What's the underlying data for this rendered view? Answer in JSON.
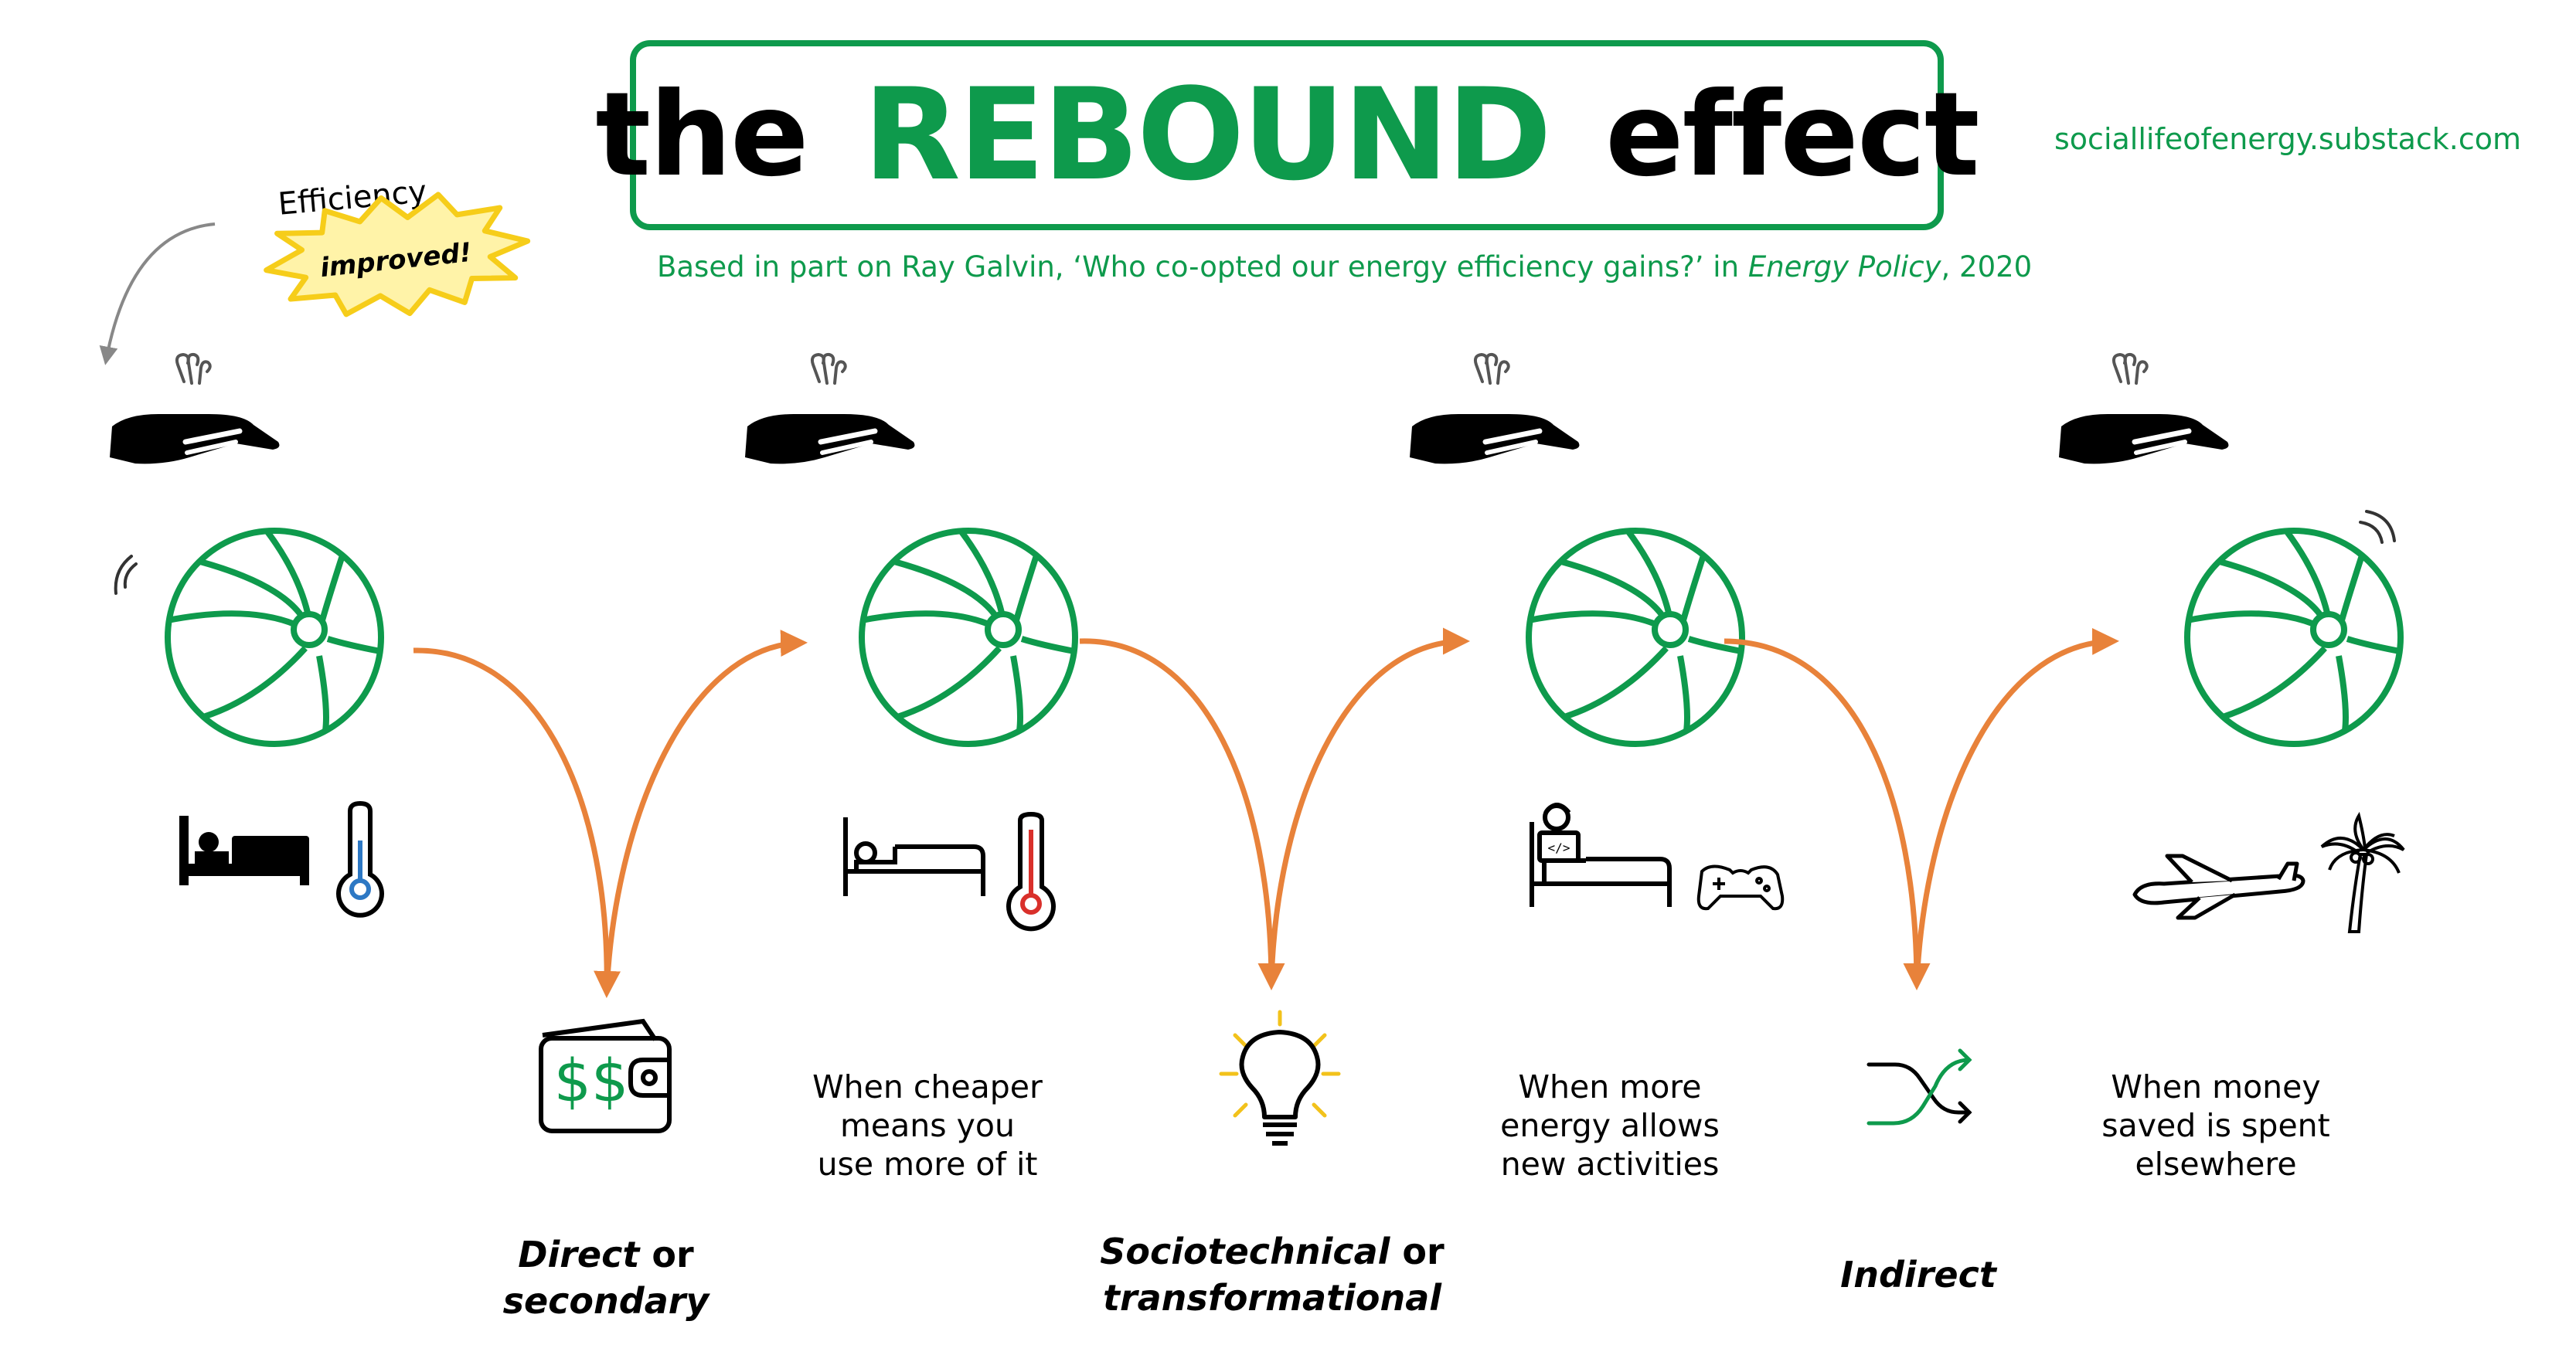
{
  "title": {
    "part1": "the",
    "part2": "REBOUND",
    "part3": "effect"
  },
  "website": "sociallifeofenergy.substack.com",
  "subtitle": {
    "prefix": "Based in part on Ray Galvin, ‘Who co-opted our energy efficiency gains?’ in ",
    "journal": "Energy Policy",
    "suffix": ", 2020"
  },
  "efficiency_label": "Efficiency",
  "burst_label": "improved!",
  "descriptions": [
    [
      "When cheaper",
      "means you",
      "use more of it"
    ],
    [
      "When more",
      "energy allows",
      "new activities"
    ],
    [
      "When money",
      "saved is spent",
      "elsewhere"
    ]
  ],
  "categories": [
    {
      "name": "Direct",
      "connector": " or",
      "second": "secondary"
    },
    {
      "name": "Sociotechnical",
      "connector": " or",
      "second": "transformational"
    },
    {
      "name": "Indirect",
      "connector": "",
      "second": ""
    }
  ],
  "icons": [
    "beach-ball-icon",
    "hand-icon",
    "wind-icon",
    "bed-icon",
    "thermometer-icon",
    "wallet-icon",
    "lightbulb-icon",
    "shuffle-icon",
    "game-controller-icon",
    "airplane-icon",
    "palm-tree-icon",
    "bounce-arrow-icon",
    "burst-star-icon"
  ],
  "colors": {
    "brand_green": "#0e9a4c",
    "arrow_orange": "#e8823a",
    "burst_yellow": "#f6cd1a",
    "thermo_blue": "#2d78c4",
    "thermo_red": "#d9302b",
    "bulb_yellow": "#f2c21b"
  }
}
